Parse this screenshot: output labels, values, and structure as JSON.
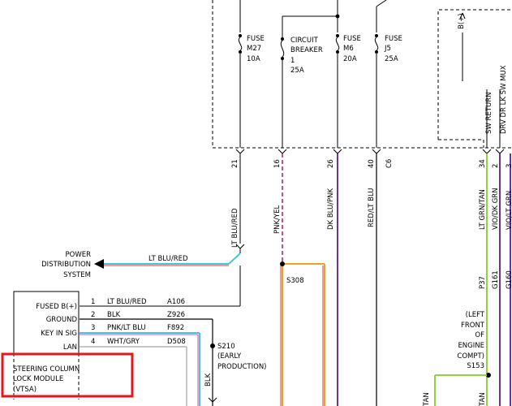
{
  "fuses": [
    {
      "id": "m27",
      "l1": "FUSE",
      "l2": "M27",
      "l3": "10A"
    },
    {
      "id": "breaker",
      "l1": "CIRCUIT",
      "l2": "BREAKER",
      "l3": "1",
      "l4": "25A"
    },
    {
      "id": "m6",
      "l1": "FUSE",
      "l2": "M6",
      "l3": "20A"
    },
    {
      "id": "j5",
      "l1": "FUSE",
      "l2": "J5",
      "l3": "25A"
    }
  ],
  "module_b_plus": "B(+)",
  "module_pins": {
    "sw_return": "SW RETURN",
    "drv_dr_lk_sw_mux": "DRV DR LK SW MUX"
  },
  "pdc_pins": [
    {
      "id": "21",
      "num": "21",
      "wire": "LT BLU/RED"
    },
    {
      "id": "16",
      "num": "16",
      "wire": "PNK/YEL"
    },
    {
      "id": "26",
      "num": "26",
      "wire": "DK BLU/PNK"
    },
    {
      "id": "40",
      "num": "40",
      "wire": "RED/LT BLU"
    },
    {
      "id": "c6",
      "num": "C6",
      "wire": ""
    },
    {
      "id": "34",
      "num": "34",
      "wire": "LT GRN/TAN"
    },
    {
      "id": "2",
      "num": "2",
      "wire": "VIO/DK GRN"
    },
    {
      "id": "3",
      "num": "3",
      "wire": "VIO/LT GRN"
    }
  ],
  "circuit_codes": {
    "p37": "P37",
    "g161": "G161",
    "g160": "G160"
  },
  "power_distribution": {
    "l1": "POWER",
    "l2": "DISTRIBUTION",
    "l3": "SYSTEM"
  },
  "pdc_wire_label": "LT BLU/RED",
  "splice_s308": "S308",
  "splice_s210": {
    "name": "S210",
    "l1": "(EARLY",
    "l2": "PRODUCTION)"
  },
  "s210_wire": "BLK",
  "splice_s153": {
    "l1": "(LEFT",
    "l2": "FRONT",
    "l3": "OF",
    "l4": "ENGINE",
    "l5": "COMPT)",
    "name": "S153"
  },
  "bottom_labels": {
    "tan_left": "TAN",
    "tan_right": "TAN"
  },
  "lock_module": {
    "name_l1": "STEERING COLUMN",
    "name_l2": "LOCK MODULE",
    "name_l3": "(VTSA)",
    "pins": [
      {
        "label": "FUSED B(+)",
        "num": "1",
        "wire": "LT BLU/RED",
        "circuit": "A106"
      },
      {
        "label": "GROUND",
        "num": "2",
        "wire": "BLK",
        "circuit": "Z926"
      },
      {
        "label": "KEY IN SIG",
        "num": "3",
        "wire": "PNK/LT BLU",
        "circuit": "F892"
      },
      {
        "label": "LAN",
        "num": "4",
        "wire": "WHT/GRY",
        "circuit": "D508"
      }
    ]
  },
  "colors": {
    "highlight": "#e8141c",
    "lt_blu": "#3fc8dc",
    "red": "#e8323c",
    "pink": "#e0449a",
    "orange": "#f0a020",
    "purple": "#7030a0",
    "lt_grn": "#8ad63c",
    "gray": "#b4b4b4"
  }
}
